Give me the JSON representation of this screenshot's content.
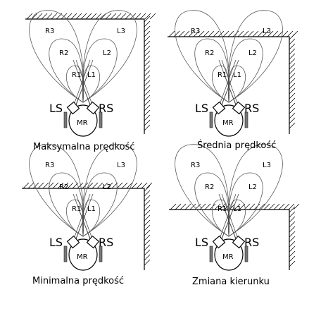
{
  "labels": {
    "ls": "LS",
    "rs": "RS",
    "mr": "MR",
    "r1": "R1",
    "r2": "R2",
    "r3": "R3",
    "l1": "L1",
    "l2": "L2",
    "l3": "L3"
  },
  "panels": [
    {
      "caption": "Maksymalna prędkość"
    },
    {
      "caption": "Średnia prędkość"
    },
    {
      "caption": "Minimalna prędkość"
    },
    {
      "caption": "Zmiana kierunku"
    }
  ]
}
